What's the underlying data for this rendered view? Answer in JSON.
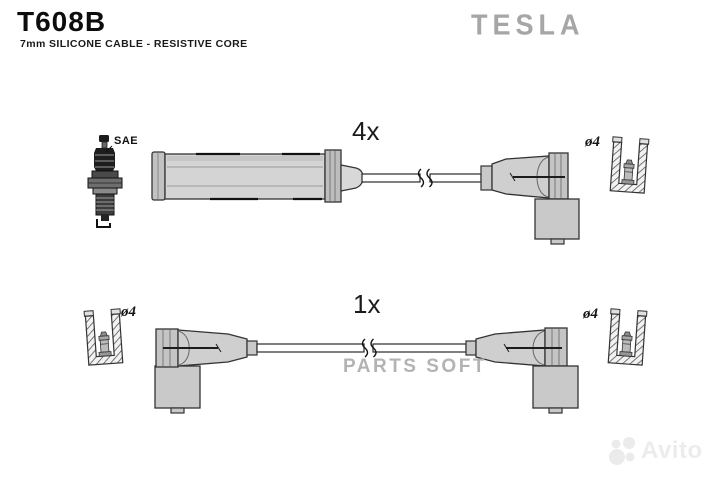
{
  "header": {
    "part_number": "T608B",
    "description": "7mm SILICONE CABLE - RESISTIVE CORE",
    "brand": "TESLA"
  },
  "diagram": {
    "spark_plug_label": "SAE",
    "rows": [
      {
        "quantity_label": "4x",
        "right_connector_label": "ø4"
      },
      {
        "quantity_label": "1x",
        "left_connector_label": "ø4",
        "right_connector_label": "ø4"
      }
    ]
  },
  "watermarks": {
    "parts_soft": "PARTS SOFT",
    "avito": "Avito"
  },
  "icons": {
    "spark_plug": "spark-plug-icon",
    "connector_cup": "connector-cross-section-icon",
    "cable_break": "cable-break-icon",
    "avito_logo": "avito-logo-icon"
  },
  "colors": {
    "outline": "#2a2a2a",
    "boot_fill": "#cfcfcf",
    "brand_gray": "#a6a6a6",
    "watermark_gray": "#b3b3b3",
    "avito_gray": "#ececec",
    "text": "#111111"
  }
}
